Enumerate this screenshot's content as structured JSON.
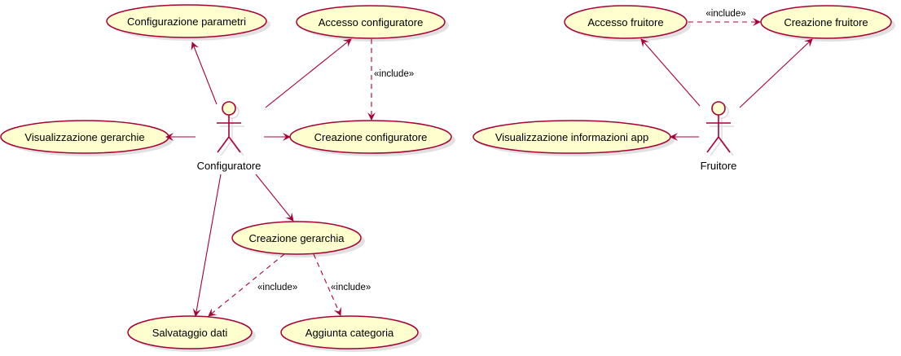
{
  "use_cases": {
    "configurazione_parametri": "Configurazione parametri",
    "accesso_configuratore": "Accesso configuratore",
    "visualizzazione_gerarchie": "Visualizzazione gerarchie",
    "creazione_configuratore": "Creazione configuratore",
    "creazione_gerarchia": "Creazione gerarchia",
    "salvataggio_dati": "Salvataggio dati",
    "aggiunta_categoria": "Aggiunta categoria",
    "accesso_fruitore": "Accesso fruitore",
    "creazione_fruitore": "Creazione fruitore",
    "visualizzazione_informazioni_app": "Visualizzazione informazioni app"
  },
  "actors": {
    "configuratore": "Configuratore",
    "fruitore": "Fruitore"
  },
  "relations": {
    "include_label": "«include»"
  },
  "colors": {
    "usecase_fill": "#FEFECE",
    "stroke": "#A80036"
  }
}
